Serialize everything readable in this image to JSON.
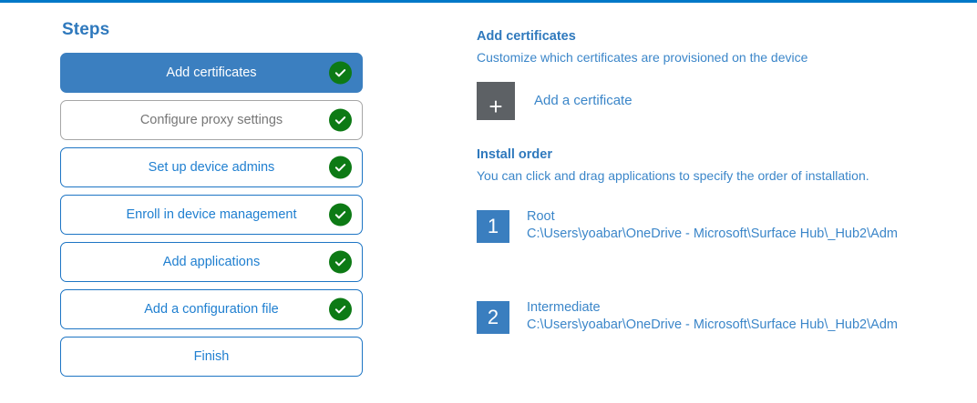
{
  "theme": {
    "accent_blue": "#2f79bd",
    "link_blue": "#3b86c9",
    "active_step_bg": "#3b7fc0",
    "check_green": "#0d7a15",
    "tile_gray": "#5d6165",
    "muted_gray": "#767676",
    "top_rule": "#0078c8"
  },
  "steps_panel": {
    "title": "Steps",
    "items": [
      {
        "label": "Add certificates",
        "state": "active",
        "completed": true
      },
      {
        "label": "Configure proxy settings",
        "state": "muted",
        "completed": true
      },
      {
        "label": "Set up device admins",
        "state": "default",
        "completed": true
      },
      {
        "label": "Enroll in device management",
        "state": "default",
        "completed": true
      },
      {
        "label": "Add applications",
        "state": "default",
        "completed": true
      },
      {
        "label": "Add a configuration file",
        "state": "default",
        "completed": true
      },
      {
        "label": "Finish",
        "state": "default",
        "completed": false
      }
    ]
  },
  "detail_panel": {
    "certificates": {
      "heading": "Add certificates",
      "subtitle": "Customize which certificates are provisioned on the device",
      "add_button_glyph": "+",
      "add_button_label": "Add a certificate"
    },
    "install_order": {
      "heading": "Install order",
      "subtitle": "You can click and drag applications to specify the order of installation.",
      "items": [
        {
          "number": "1",
          "name": "Root",
          "path": "C:\\Users\\yoabar\\OneDrive - Microsoft\\Surface Hub\\_Hub2\\Adm"
        },
        {
          "number": "2",
          "name": "Intermediate",
          "path": "C:\\Users\\yoabar\\OneDrive - Microsoft\\Surface Hub\\_Hub2\\Adm"
        }
      ]
    }
  },
  "icons": {
    "check": "check-icon",
    "plus": "plus-icon"
  }
}
